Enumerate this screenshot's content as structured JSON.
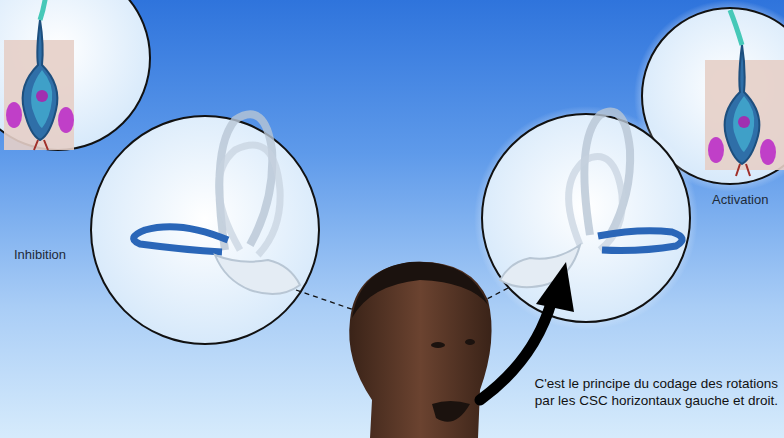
{
  "diagram": {
    "caption": "C'est le principe du codage des rotations par les CSC horizontaux gauche et droit.",
    "labels": [
      "Inhibition",
      "Activation"
    ]
  }
}
